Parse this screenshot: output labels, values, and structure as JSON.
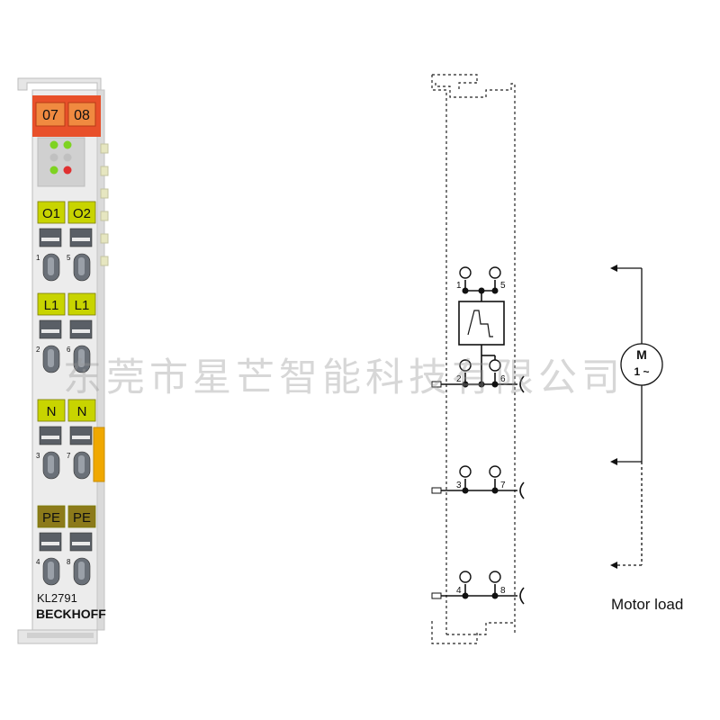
{
  "module": {
    "top_labels": [
      "07",
      "08"
    ],
    "rows": [
      {
        "labels": [
          "O1",
          "O2"
        ],
        "pins": [
          "1",
          "5"
        ],
        "color": "#c8d400"
      },
      {
        "labels": [
          "L1",
          "L1"
        ],
        "pins": [
          "2",
          "6"
        ],
        "color": "#c8d400"
      },
      {
        "labels": [
          "N",
          "N"
        ],
        "pins": [
          "3",
          "7"
        ],
        "color": "#c8d400"
      },
      {
        "labels": [
          "PE",
          "PE"
        ],
        "pins": [
          "4",
          "8"
        ],
        "color": "#8c7a1a"
      }
    ],
    "model": "KL2791",
    "brand": "BECKHOFF",
    "top_color": "#e8502a",
    "led_colors": [
      "#7ed321",
      "#7ed321",
      "#7ed321",
      "#e03030"
    ]
  },
  "schematic": {
    "pins": [
      {
        "top": "1",
        "right": "5"
      },
      {
        "top": "2",
        "right": "6"
      },
      {
        "top": "3",
        "right": "7"
      },
      {
        "top": "4",
        "right": "8"
      }
    ],
    "motor_label": "M",
    "motor_sub": "1 ~"
  },
  "caption": "Motor load",
  "watermark": "东莞市星芒智能科技有限公司"
}
